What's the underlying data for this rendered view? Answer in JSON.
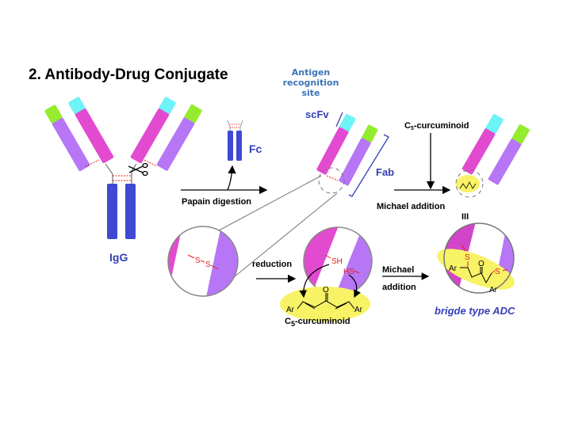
{
  "title": "2. Antibody-Drug Conjugate",
  "colors": {
    "heavy_chain_const": "#e24bd0",
    "variable_heavy": "#6ef3f7",
    "light_chain_const": "#b676f5",
    "variable_light": "#95ec2e",
    "fc": "#3f49d3",
    "disulfide": "#e0201a",
    "highlight": "#f7f266",
    "label_blue": "#3540b8",
    "label_lightblue": "#3b74b8"
  },
  "labels": {
    "igg": "IgG",
    "fc": "Fc",
    "papain": "Papain digestion",
    "antigen_line1": "Antigen",
    "antigen_line2": "recognition",
    "antigen_line3": "site",
    "scfv": "scFv",
    "fab": "Fab",
    "reagent_c": "C",
    "reagent_sub": "5",
    "reagent_rest": "-curcuminoid",
    "michael_addition": "Michael addition",
    "product_num": "III",
    "reduction": "reduction",
    "michael": "Michael",
    "addition": "addition",
    "curcuminoid_c": "C",
    "curcuminoid_sub": "5",
    "curcuminoid_rest": "-curcuminoid",
    "bridge": "brigde type ADC"
  },
  "chem": {
    "s": "S",
    "sh": "SH",
    "hs": "HS",
    "o": "O",
    "ar": "Ar",
    "ss_bond": "S–S"
  }
}
